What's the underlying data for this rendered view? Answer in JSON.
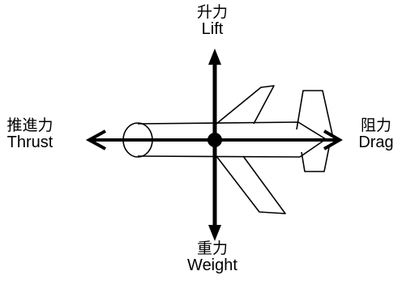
{
  "forces": {
    "lift": {
      "zh": "升力",
      "en": "Lift"
    },
    "weight": {
      "zh": "重力",
      "en": "Weight"
    },
    "thrust": {
      "zh": "推進力",
      "en": "Thrust"
    },
    "drag": {
      "zh": "阻力",
      "en": "Drag"
    }
  },
  "colors": {
    "background": "#ffffff",
    "ink": "#000000"
  }
}
